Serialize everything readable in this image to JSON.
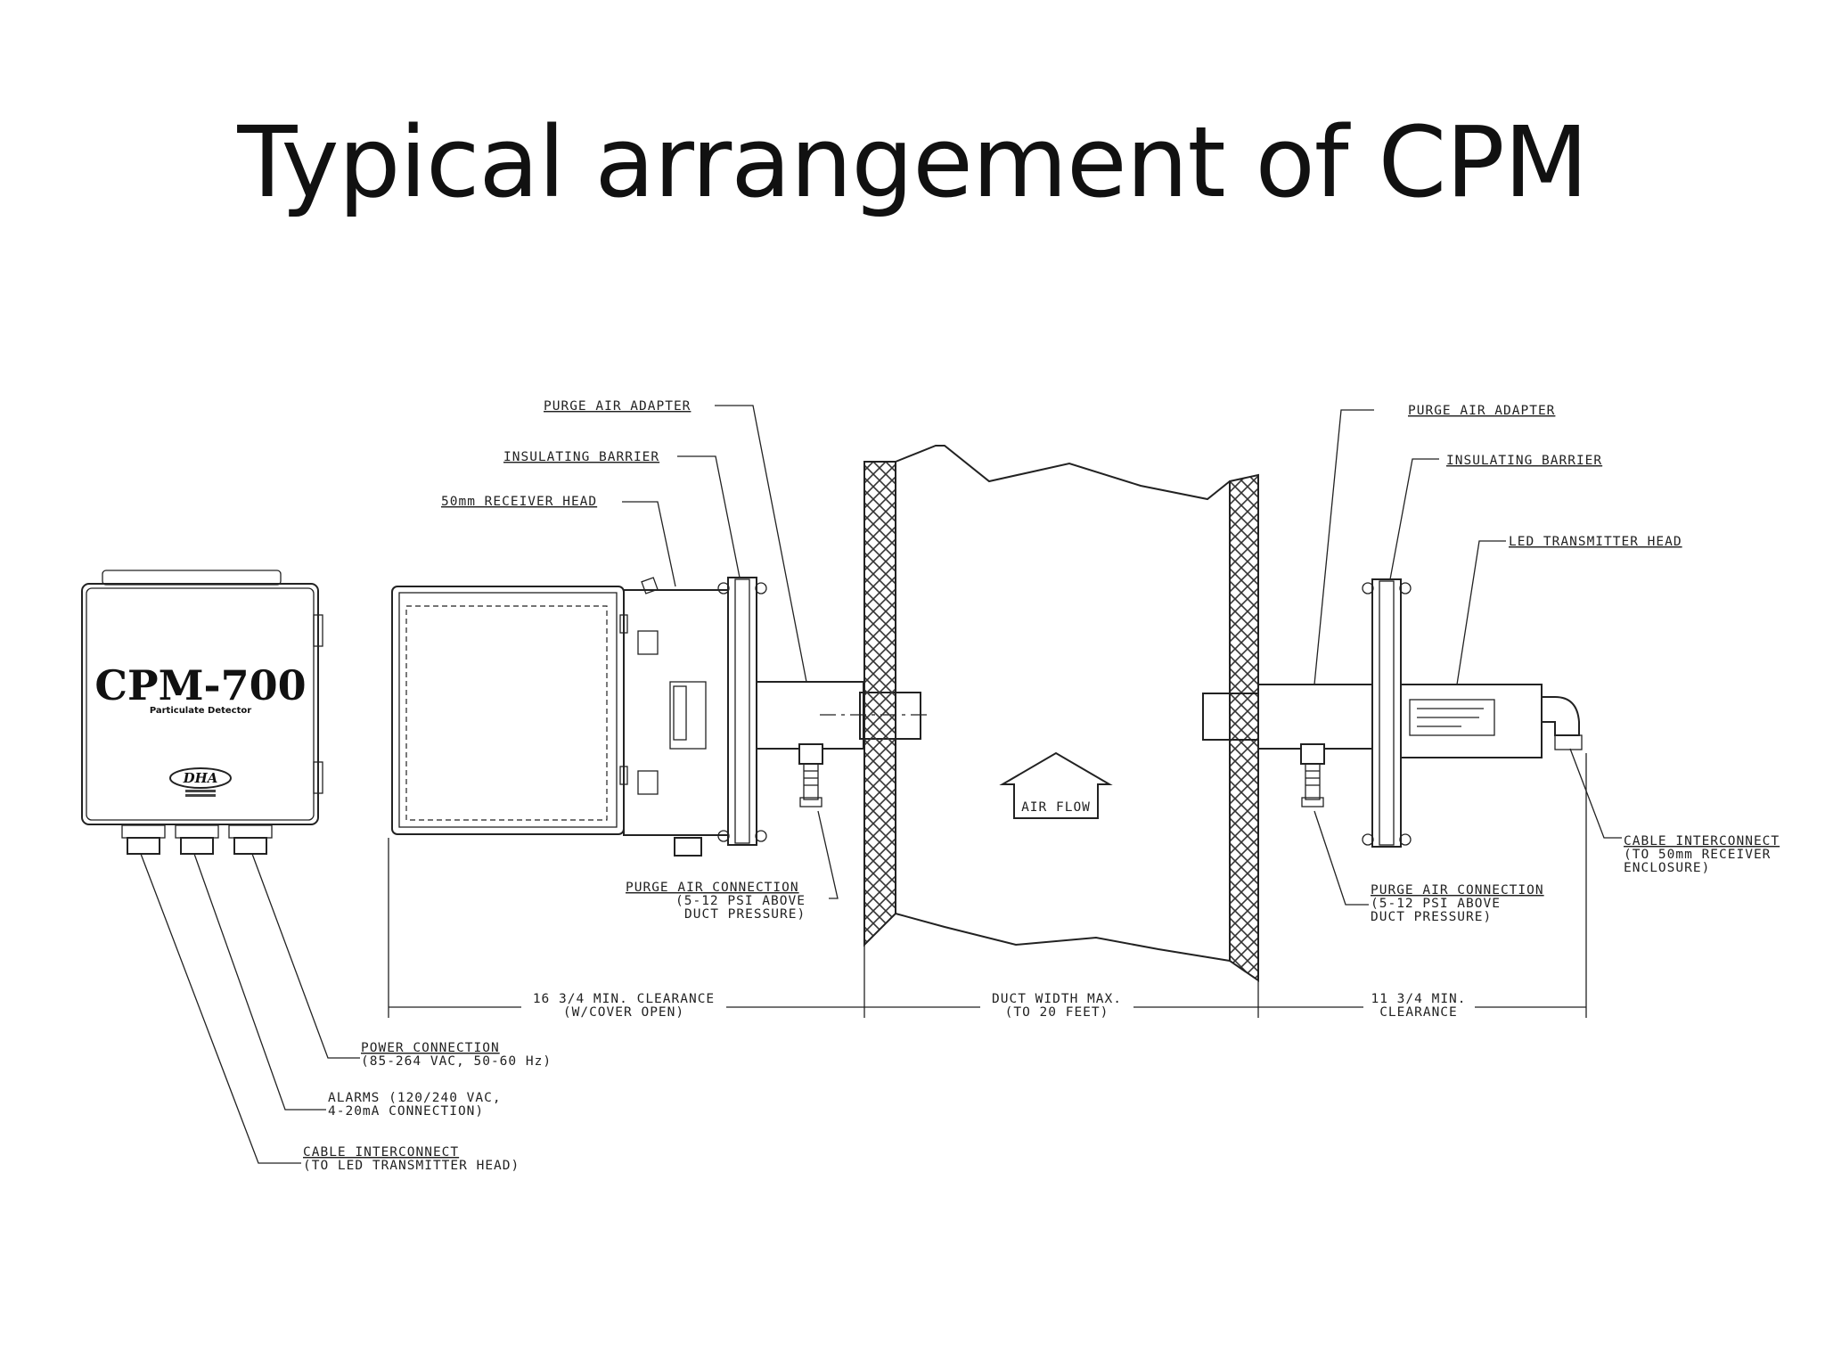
{
  "slide": {
    "title": "Typical arrangement of CPM"
  },
  "diagram": {
    "enclosure": {
      "logo": "CPM-700",
      "logo_subtitle": "Particulate Detector",
      "brand_badge": "DHA"
    },
    "callouts": {
      "purge_air_adapter_left": "PURGE AIR ADAPTER",
      "insulating_barrier_left": "INSULATING BARRIER",
      "receiver_head": "50mm RECEIVER HEAD",
      "purge_air_connection_left_1": "PURGE AIR CONNECTION",
      "purge_air_connection_left_2": "(5-12 PSI ABOVE",
      "purge_air_connection_left_3": "DUCT PRESSURE)",
      "purge_air_adapter_right": "PURGE AIR ADAPTER",
      "insulating_barrier_right": "INSULATING BARRIER",
      "transmitter_head": "LED TRANSMITTER HEAD",
      "cable_interconnect_right_1": "CABLE INTERCONNECT",
      "cable_interconnect_right_2": "(TO 50mm RECEIVER",
      "cable_interconnect_right_3": "ENCLOSURE)",
      "purge_air_connection_right_1": "PURGE AIR CONNECTION",
      "purge_air_connection_right_2": "(5-12 PSI ABOVE",
      "purge_air_connection_right_3": "DUCT PRESSURE)",
      "air_flow": "AIR FLOW",
      "power_connection_1": "POWER CONNECTION",
      "power_connection_2": "(85-264 VAC, 50-60 Hz)",
      "alarms_1": "ALARMS (120/240 VAC,",
      "alarms_2": "4-20mA CONNECTION)",
      "cable_interconnect_left_1": "CABLE INTERCONNECT",
      "cable_interconnect_left_2": "(TO LED TRANSMITTER HEAD)"
    },
    "dimensions": {
      "left_clearance_1": "16 3/4 MIN. CLEARANCE",
      "left_clearance_2": "(W/COVER OPEN)",
      "duct_width_1": "DUCT WIDTH MAX.",
      "duct_width_2": "(TO 20 FEET)",
      "right_clearance_1": "11 3/4 MIN.",
      "right_clearance_2": "CLEARANCE"
    }
  }
}
